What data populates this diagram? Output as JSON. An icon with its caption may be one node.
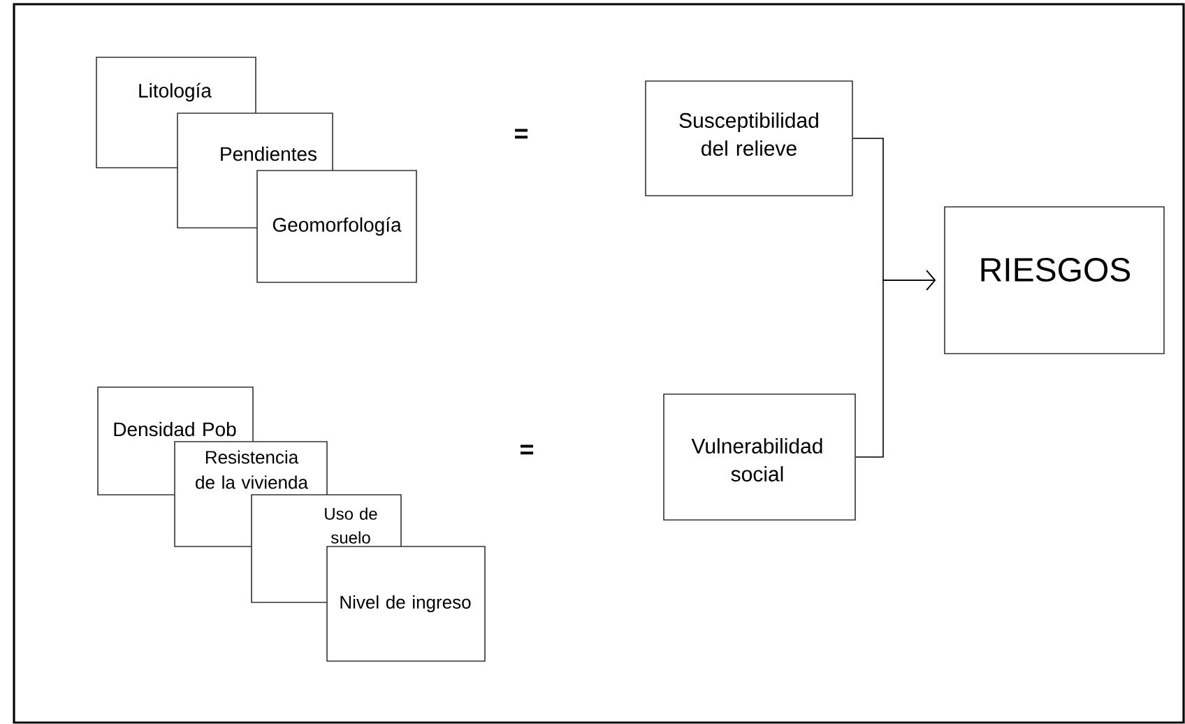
{
  "diagram": {
    "nodes": [
      {
        "text": [
          "Litología"
        ]
      },
      {
        "text": [
          "Pendientes"
        ]
      },
      {
        "text": [
          "Geomorfología"
        ]
      },
      {
        "text": [
          "Densidad Pob"
        ]
      },
      {
        "text": [
          "Resistencia de la vivienda"
        ]
      },
      {
        "text": [
          "Uso de suelo"
        ]
      },
      {
        "text": [
          "Nivel de ingreso"
        ]
      },
      {
        "text": [
          "Susceptibilidad del relieve"
        ]
      },
      {
        "text": [
          "Vulnerabilidad social"
        ]
      },
      {
        "text": [
          "RIESGOS"
        ]
      }
    ],
    "edges": [
      {
        "from": 7,
        "to": 9,
        "arrow": "to"
      },
      {
        "from": 8,
        "to": 9,
        "arrow": "to"
      }
    ],
    "labels": [
      "=",
      "="
    ]
  }
}
